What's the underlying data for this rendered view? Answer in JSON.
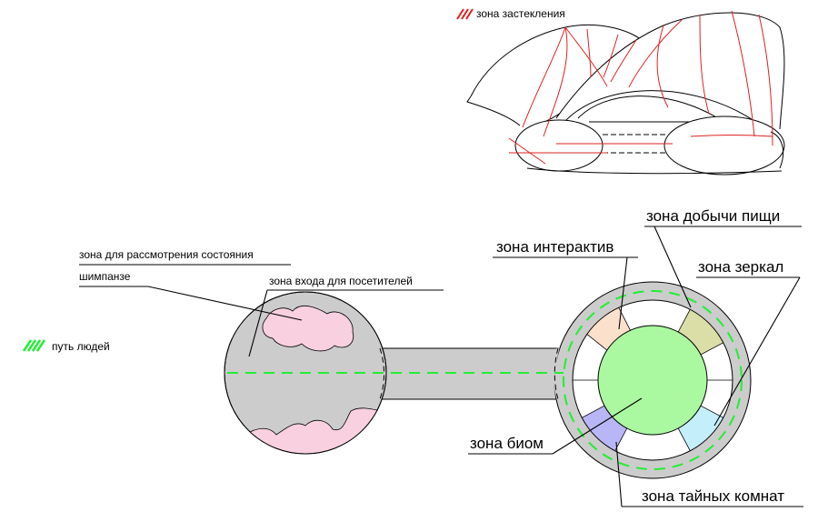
{
  "legend": {
    "glazing_label": "зона застекления",
    "glazing_color": "#e02020",
    "path_label": "путь людей",
    "path_color": "#22ee33"
  },
  "labels": {
    "state_zone_line1": "зона для рассмотрения состояния",
    "state_zone_line2": "шимпанзе",
    "visitor_entry": "зона входа для посетителей",
    "interactive": "зона интерактив",
    "food": "зона добычи пищи",
    "mirrors": "зона зеркал",
    "biome": "зона биом",
    "secret_rooms": "зона тайных комнат"
  },
  "colors": {
    "floor_gray": "#cccccc",
    "viewing_pink": "#f9d0e0",
    "biome_green": "#aaf8a0",
    "interactive_peach": "#fbe0cc",
    "food_olive": "#dcdea8",
    "mirrors_cyan": "#c4eefa",
    "secret_violet": "#b8b6f6"
  }
}
